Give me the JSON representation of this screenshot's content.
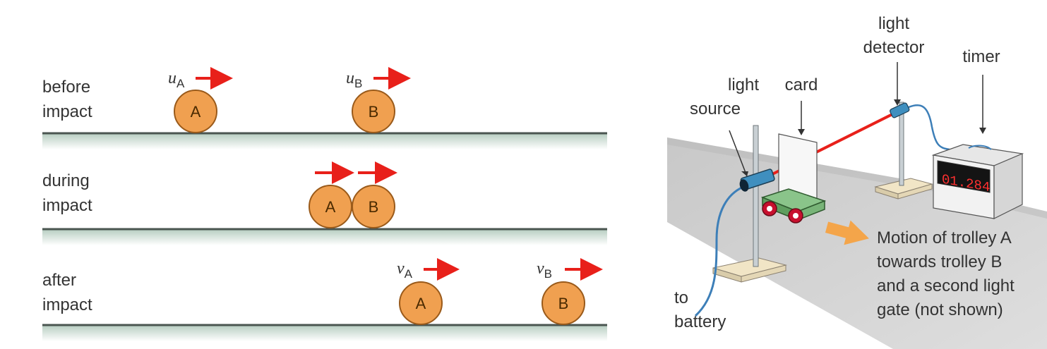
{
  "collision_panel": {
    "rows": [
      {
        "label_line1": "before",
        "label_line2": "impact",
        "balls": [
          {
            "letter": "A",
            "velocity_symbol": "u",
            "velocity_subscript": "A"
          },
          {
            "letter": "B",
            "velocity_symbol": "u",
            "velocity_subscript": "B"
          }
        ]
      },
      {
        "label_line1": "during",
        "label_line2": "impact",
        "balls": [
          {
            "letter": "A"
          },
          {
            "letter": "B"
          }
        ]
      },
      {
        "label_line1": "after",
        "label_line2": "impact",
        "balls": [
          {
            "letter": "A",
            "velocity_symbol": "v",
            "velocity_subscript": "A"
          },
          {
            "letter": "B",
            "velocity_symbol": "v",
            "velocity_subscript": "B"
          }
        ]
      }
    ]
  },
  "apparatus_panel": {
    "label_light_source_1": "light",
    "label_light_source_2": "source",
    "label_card": "card",
    "label_light_detector_1": "light",
    "label_light_detector_2": "detector",
    "label_timer": "timer",
    "timer_display": "01.284",
    "label_battery_1": "to",
    "label_battery_2": "battery",
    "motion_note": [
      "Motion of trolley A",
      "towards trolley B",
      "and a second light",
      "gate (not shown)"
    ]
  },
  "colors": {
    "ball_fill": "#f0a050",
    "ball_stroke": "#9a5a1a",
    "arrow_red": "#e8201a",
    "track_line": "#4a5550",
    "track_shadow": "#c8d8cf",
    "motion_arrow": "#f4a54a",
    "display_text": "#ff3030"
  }
}
